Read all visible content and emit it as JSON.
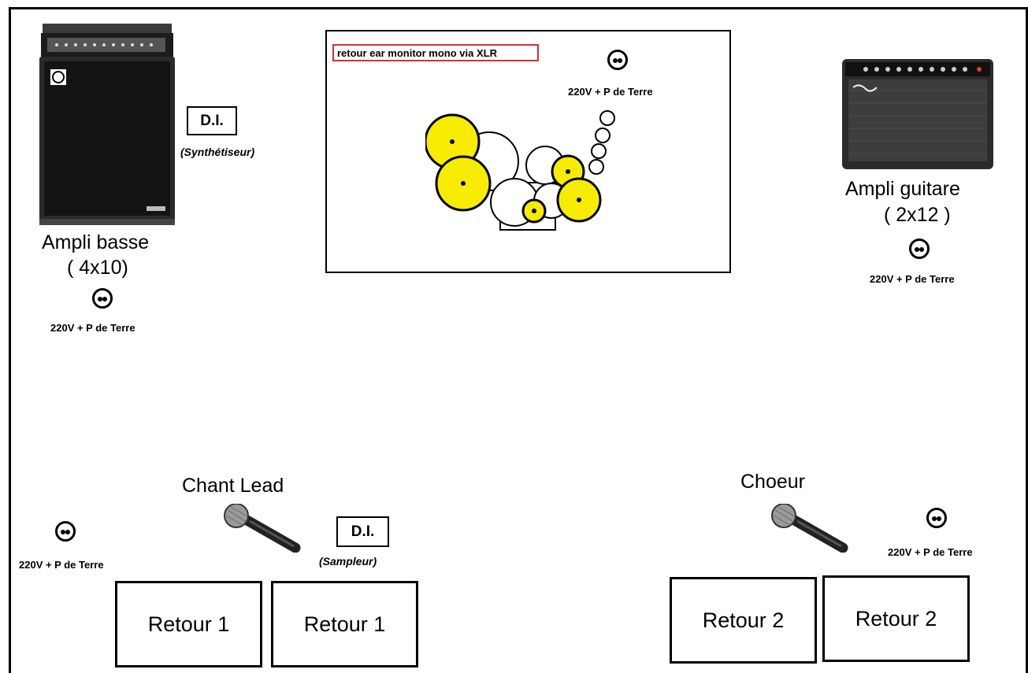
{
  "colors": {
    "cymbal": "#f7ec00",
    "note_border": "#d32f2f",
    "line": "#000000"
  },
  "drum_area": {
    "note": "retour ear monitor mono via XLR",
    "power": "220V + P de Terre"
  },
  "bass": {
    "label": "Ampli basse",
    "size": "( 4x10)",
    "power": "220V + P de Terre",
    "di_label": "D.I.",
    "di_source": "(Synthétiseur)"
  },
  "guitar": {
    "label": "Ampli guitare",
    "size": "( 2x12 )",
    "power": "220V + P de Terre"
  },
  "lead": {
    "label": "Chant Lead",
    "power": "220V + P de Terre",
    "di_label": "D.I.",
    "di_source": "(Sampleur)",
    "monitor_a": "Retour 1",
    "monitor_b": "Retour 1"
  },
  "choir": {
    "label": "Choeur",
    "power": "220V + P de Terre",
    "monitor_a": "Retour 2",
    "monitor_b": "Retour 2"
  },
  "icons": [
    "power-outlet-icon",
    "microphone-icon",
    "bass-amp-icon",
    "guitar-amp-icon",
    "drum-kit-icon"
  ]
}
